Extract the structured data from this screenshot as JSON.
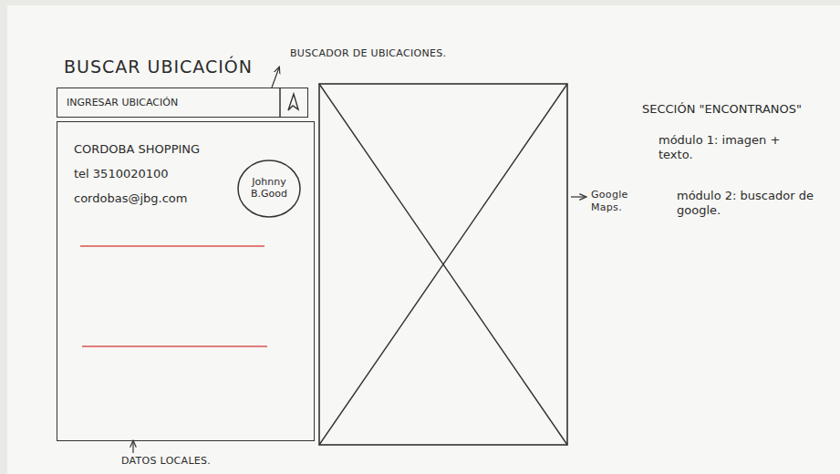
{
  "diagram": {
    "title": "BUSCAR UBICACIÓN",
    "nodes": [
      {
        "text": [
          "INGRESAR UBICACIÓN"
        ]
      },
      {
        "text": [
          "CORDOBA SHOPPING",
          "tel 3510020100",
          "cordobas@jbg.com"
        ]
      },
      {
        "text": [
          "Johnny B.Good"
        ],
        "in": 1
      }
    ],
    "labels": [
      "BUSCADOR DE UBICACIONES.",
      "DATOS LOCALES.",
      "Google Maps.",
      "SECCIÓN \"ENCONTRANOS\"",
      "módulo 1: imagen + texto.",
      "módulo 2: buscador de google."
    ]
  }
}
